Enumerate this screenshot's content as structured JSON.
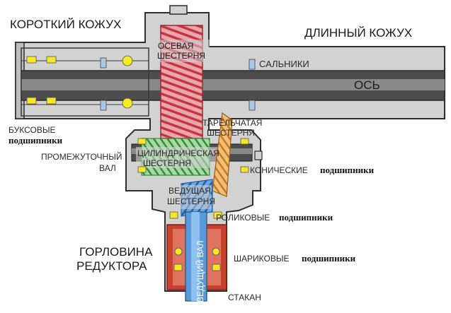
{
  "labels": {
    "short_casing": "КОРОТКИЙ КОЖУХ",
    "long_casing": "ДЛИННЫЙ КОЖУХ",
    "axle_gear_line1": "ОСЕВАЯ",
    "axle_gear_line2": "ШЕСТЕРНЯ",
    "seals": "САЛЬНИКИ",
    "axle": "ОСЬ",
    "axle_bearings_line1": "БУКСОВЫЕ",
    "axle_bearings_line2": "подшипники",
    "crown_gear_line1": "ТАРЕЛЬЧАТАЯ",
    "crown_gear_line2": "ШЕСТЕРНЯ",
    "intermediate_shaft_line1": "ПРОМЕЖУТОЧНЫЙ",
    "intermediate_shaft_line2": "ВАЛ",
    "cylindrical_gear_line1": "ЦИЛИНДРИЧЕСКАЯ",
    "cylindrical_gear_line2": "ШЕСТЕРНЯ",
    "tapered_bearings_a": "КОНИЧЕСКИЕ",
    "tapered_bearings_b": "подшипники",
    "drive_gear_line1": "ВЕДУЩАЯ",
    "drive_gear_line2": "ШЕСТЕРНЯ",
    "roller_bearings_a": "РОЛИКОВЫЕ",
    "roller_bearings_b": "подшипники",
    "gearbox_neck_line1": "ГОРЛОВИНА",
    "gearbox_neck_line2": "РЕДУКТОРА",
    "drive_shaft": "ВЕДУЩИЙ ВАЛ",
    "ball_bearings_a": "ШАРИКОВЫЕ",
    "ball_bearings_b": "подшипники",
    "cup": "СТАКАН"
  },
  "colors": {
    "housing": "#d2d2d2",
    "housing_stroke": "#2e2e2e",
    "axle_dark": "#4a4a4a",
    "axle_band": "#7a7a7a",
    "axle_gear": "#e8a7ad",
    "axle_gear_stripe": "#c9353f",
    "crown_gear": "#f3bf78",
    "crown_gear_stripe": "#c27b1f",
    "cylindrical_gear": "#a9d8a0",
    "cylindrical_gear_stripe": "#2f8f3b",
    "drive_gear": "#6aa7df",
    "drive_gear_stripe": "#1f5fa8",
    "drive_shaft": "#5a9ad6",
    "cup": "#c9422e",
    "bearing": "#f3ea1f",
    "seal": "#a9c7e8"
  }
}
